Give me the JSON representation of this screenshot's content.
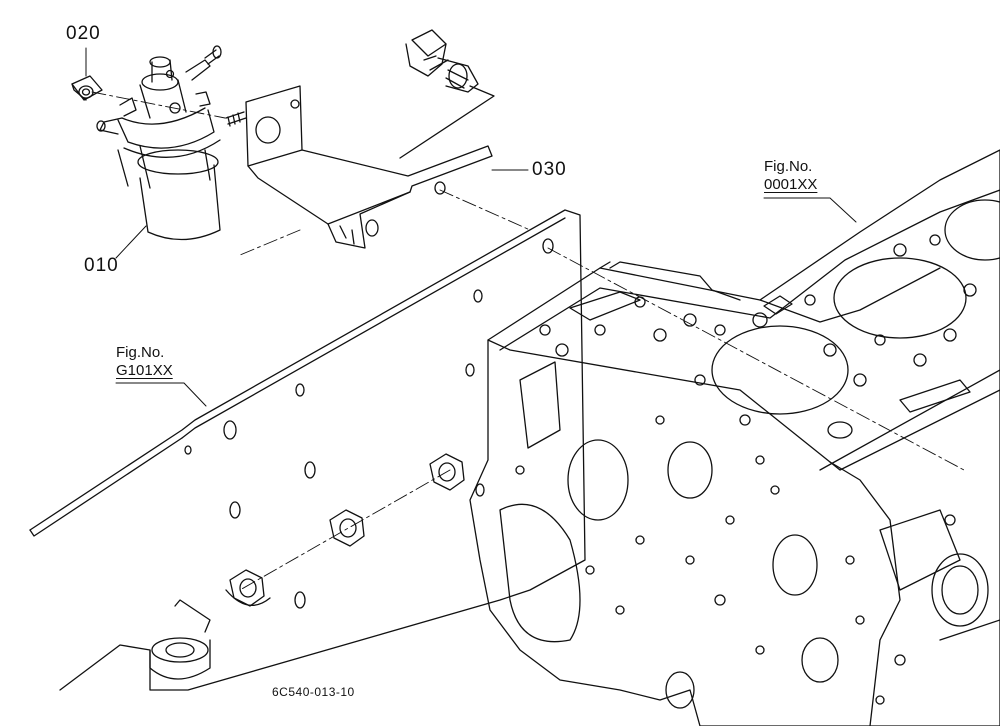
{
  "diagram": {
    "drawing_number": "6C540-013-10",
    "callouts": [
      {
        "id": "part-010",
        "label": "010"
      },
      {
        "id": "part-020",
        "label": "020"
      },
      {
        "id": "part-030",
        "label": "030"
      }
    ],
    "figure_refs": [
      {
        "id": "engine-block",
        "prefix": "Fig.No.",
        "code": "0001XX"
      },
      {
        "id": "plate",
        "prefix": "Fig.No.",
        "code": "G101XX"
      }
    ],
    "colors": {
      "line": "#111111",
      "background": "#ffffff"
    }
  }
}
